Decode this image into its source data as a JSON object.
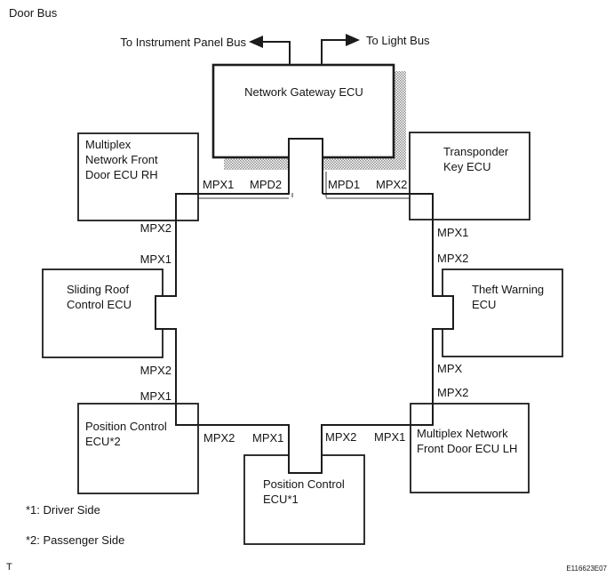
{
  "page": {
    "title": "Door Bus",
    "page_marker": "T",
    "figure_code": "E116623E07"
  },
  "external_buses": {
    "left": {
      "label": "To Instrument Panel Bus",
      "direction": "left"
    },
    "right": {
      "label": "To Light Bus",
      "direction": "right"
    }
  },
  "nodes": {
    "gateway": {
      "label": "Network Gateway ECU",
      "lines": [
        "Network Gateway ECU"
      ]
    },
    "rh": {
      "label": "Multiplex Network Front Door ECU RH",
      "lines": [
        "Multiplex",
        "Network Front",
        "Door ECU RH"
      ]
    },
    "transponder": {
      "label": "Transponder Key ECU",
      "lines": [
        "Transponder",
        "Key ECU"
      ]
    },
    "sliding": {
      "label": "Sliding Roof Control ECU",
      "lines": [
        "Sliding Roof",
        "Control ECU"
      ]
    },
    "theft": {
      "label": "Theft Warning ECU",
      "lines": [
        "Theft Warning",
        "ECU"
      ]
    },
    "pos2": {
      "label": "Position Control ECU*2",
      "lines": [
        "Position Control",
        "ECU*2"
      ]
    },
    "pos1": {
      "label": "Position Control ECU*1",
      "lines": [
        "Position Control",
        "ECU*1"
      ]
    },
    "lh": {
      "label": "Multiplex Network Front Door ECU LH",
      "lines": [
        "Multiplex Network",
        "Front Door ECU LH"
      ]
    }
  },
  "bus_labels": {
    "top": [
      "MPX1",
      "MPD2",
      "MPD1",
      "MPX2"
    ],
    "left": [
      "MPX2",
      "MPX1",
      "MPX2",
      "MPX1"
    ],
    "right": [
      "MPX1",
      "MPX2",
      "MPX",
      "MPX2"
    ],
    "bottom": [
      "MPX2",
      "MPX1",
      "MPX2",
      "MPX1"
    ]
  },
  "footnotes": {
    "f1": "*1: Driver Side",
    "f2": "*2: Passenger Side"
  },
  "colors": {
    "line": "#1c1c1c",
    "shadow_halftone": "#8f8f8f",
    "background": "#ffffff",
    "text": "#151515"
  }
}
